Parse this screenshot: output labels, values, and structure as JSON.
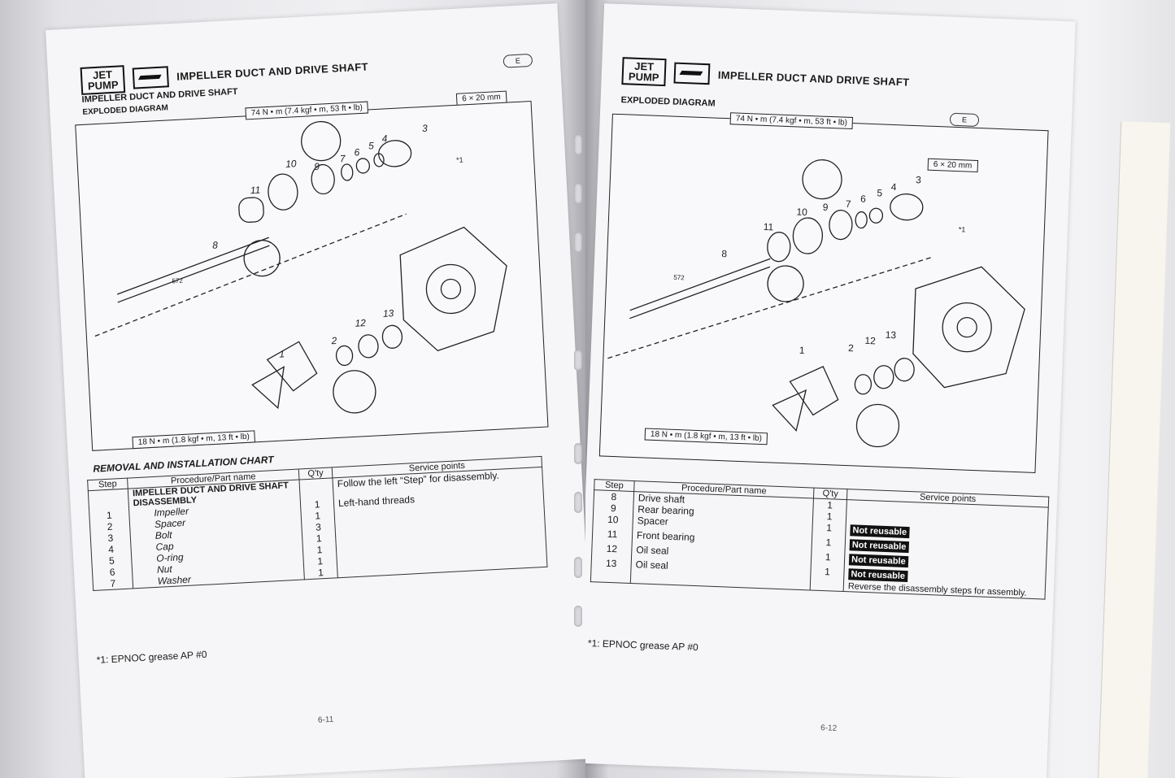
{
  "left_page": {
    "header": {
      "section_tag": [
        "JET",
        "PUMP"
      ],
      "title": "IMPELLER DUCT AND DRIVE SHAFT",
      "lang": "E"
    },
    "subtitle": "IMPELLER DUCT AND DRIVE SHAFT",
    "diagram_heading": "EXPLODED DIAGRAM",
    "torque_top": "74 N • m (7.4 kgf • m, 53 ft • lb)",
    "torque_bottom": "18 N • m (1.8 kgf • m, 13 ft • lb)",
    "bolt_spec": "6 × 20 mm",
    "loctite": "572",
    "callouts": [
      "1",
      "2",
      "3",
      "4",
      "5",
      "6",
      "7",
      "8",
      "9",
      "10",
      "11",
      "12",
      "13"
    ],
    "grease_mark": "*1",
    "chart_title": "REMOVAL AND INSTALLATION CHART",
    "table_headers": {
      "step": "Step",
      "procedure": "Procedure/Part name",
      "qty": "Q'ty",
      "service": "Service points"
    },
    "group_row": {
      "procedure": "IMPELLER DUCT AND DRIVE SHAFT DISASSEMBLY",
      "service": "Follow the left “Step” for disassembly."
    },
    "rows": [
      {
        "step": "1",
        "name": "Impeller",
        "qty": "1",
        "service": "Left-hand threads"
      },
      {
        "step": "2",
        "name": "Spacer",
        "qty": "1",
        "service": ""
      },
      {
        "step": "3",
        "name": "Bolt",
        "qty": "3",
        "service": ""
      },
      {
        "step": "4",
        "name": "Cap",
        "qty": "1",
        "service": ""
      },
      {
        "step": "5",
        "name": "O-ring",
        "qty": "1",
        "service": ""
      },
      {
        "step": "6",
        "name": "Nut",
        "qty": "1",
        "service": ""
      },
      {
        "step": "7",
        "name": "Washer",
        "qty": "1",
        "service": ""
      }
    ],
    "footnote": "*1: EPNOC grease AP #0",
    "page_number": "6-11"
  },
  "right_page": {
    "header": {
      "section_tag": [
        "JET",
        "PUMP"
      ],
      "title": "IMPELLER DUCT AND DRIVE SHAFT",
      "lang": "E"
    },
    "diagram_heading": "EXPLODED DIAGRAM",
    "torque_top": "74 N • m (7.4 kgf • m, 53 ft • lb)",
    "torque_bottom": "18 N • m (1.8 kgf • m, 13 ft • lb)",
    "bolt_spec": "6 × 20 mm",
    "loctite": "572",
    "callouts": [
      "1",
      "2",
      "3",
      "4",
      "5",
      "6",
      "7",
      "8",
      "9",
      "10",
      "11",
      "12",
      "13"
    ],
    "grease_mark": "*1",
    "table_headers": {
      "step": "Step",
      "procedure": "Procedure/Part name",
      "qty": "Q'ty",
      "service": "Service points"
    },
    "rows": [
      {
        "step": "8",
        "name": "Drive shaft",
        "qty": "1",
        "service": ""
      },
      {
        "step": "9",
        "name": "Rear bearing",
        "qty": "1",
        "service": ""
      },
      {
        "step": "10",
        "name": "Spacer",
        "qty": "1",
        "service": "Not reusable"
      },
      {
        "step": "11",
        "name": "Front bearing",
        "qty": "1",
        "service": ""
      },
      {
        "step": "12",
        "name": "Oil seal",
        "qty": "1",
        "service": "Not reusable"
      },
      {
        "step": "13",
        "name": "Oil seal",
        "qty": "1",
        "service": "Not reusable"
      }
    ],
    "extra_not_reusable": "Not reusable",
    "reverse_note": "Reverse the disassembly steps for assembly.",
    "footnote": "*1: EPNOC grease AP #0",
    "page_number": "6-12"
  }
}
